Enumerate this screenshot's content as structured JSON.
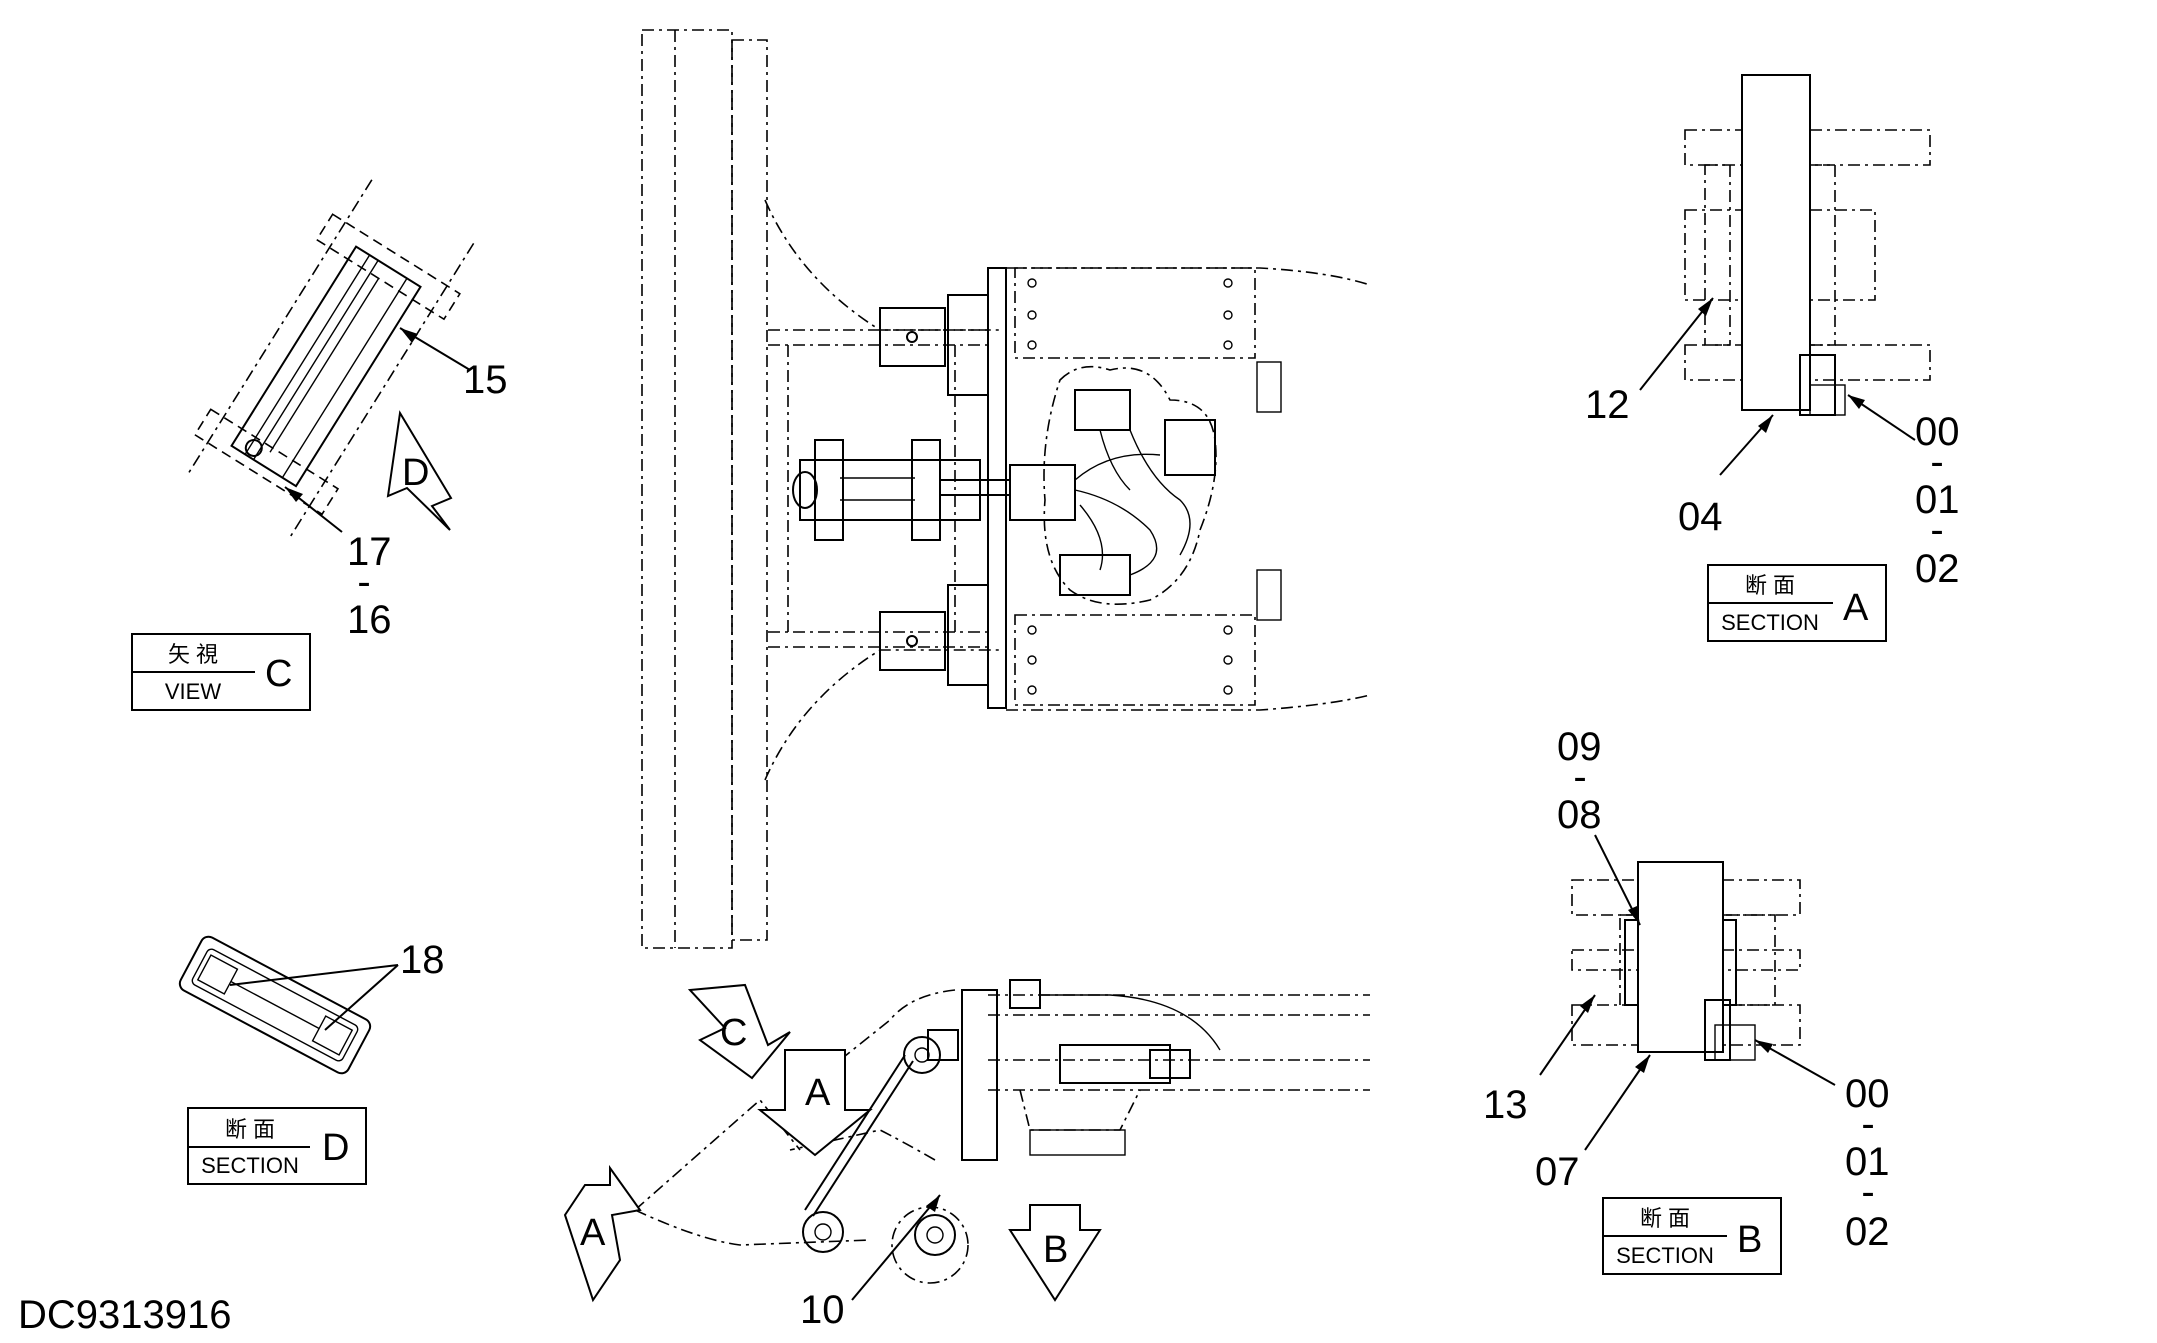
{
  "drawing_id": "DC9313916",
  "section_labels": {
    "view_c": {
      "top": "矢 視",
      "bottom": "VIEW",
      "letter": "C"
    },
    "section_d": {
      "top": "断 面",
      "bottom": "SECTION",
      "letter": "D"
    },
    "section_a": {
      "top": "断 面",
      "bottom": "SECTION",
      "letter": "A"
    },
    "section_b": {
      "top": "断 面",
      "bottom": "SECTION",
      "letter": "B"
    }
  },
  "view_arrows": {
    "d_view": "D",
    "c_view": "C",
    "a_top": "A",
    "a_bottom": "A",
    "b_bottom": "B"
  },
  "part_callouts": {
    "p15": "15",
    "p17": "17",
    "p17_sep": "-",
    "p16": "16",
    "p18": "18",
    "p10": "10",
    "p12": "12",
    "p04": "04",
    "a_00": "00",
    "a_sep1": "-",
    "a_01": "01",
    "a_sep2": "-",
    "a_02": "02",
    "b_09": "09",
    "b_sep0": "-",
    "b_08": "08",
    "b_13": "13",
    "b_07": "07",
    "b_00": "00",
    "b_sep1": "-",
    "b_01": "01",
    "b_sep2": "-",
    "b_02": "02"
  }
}
